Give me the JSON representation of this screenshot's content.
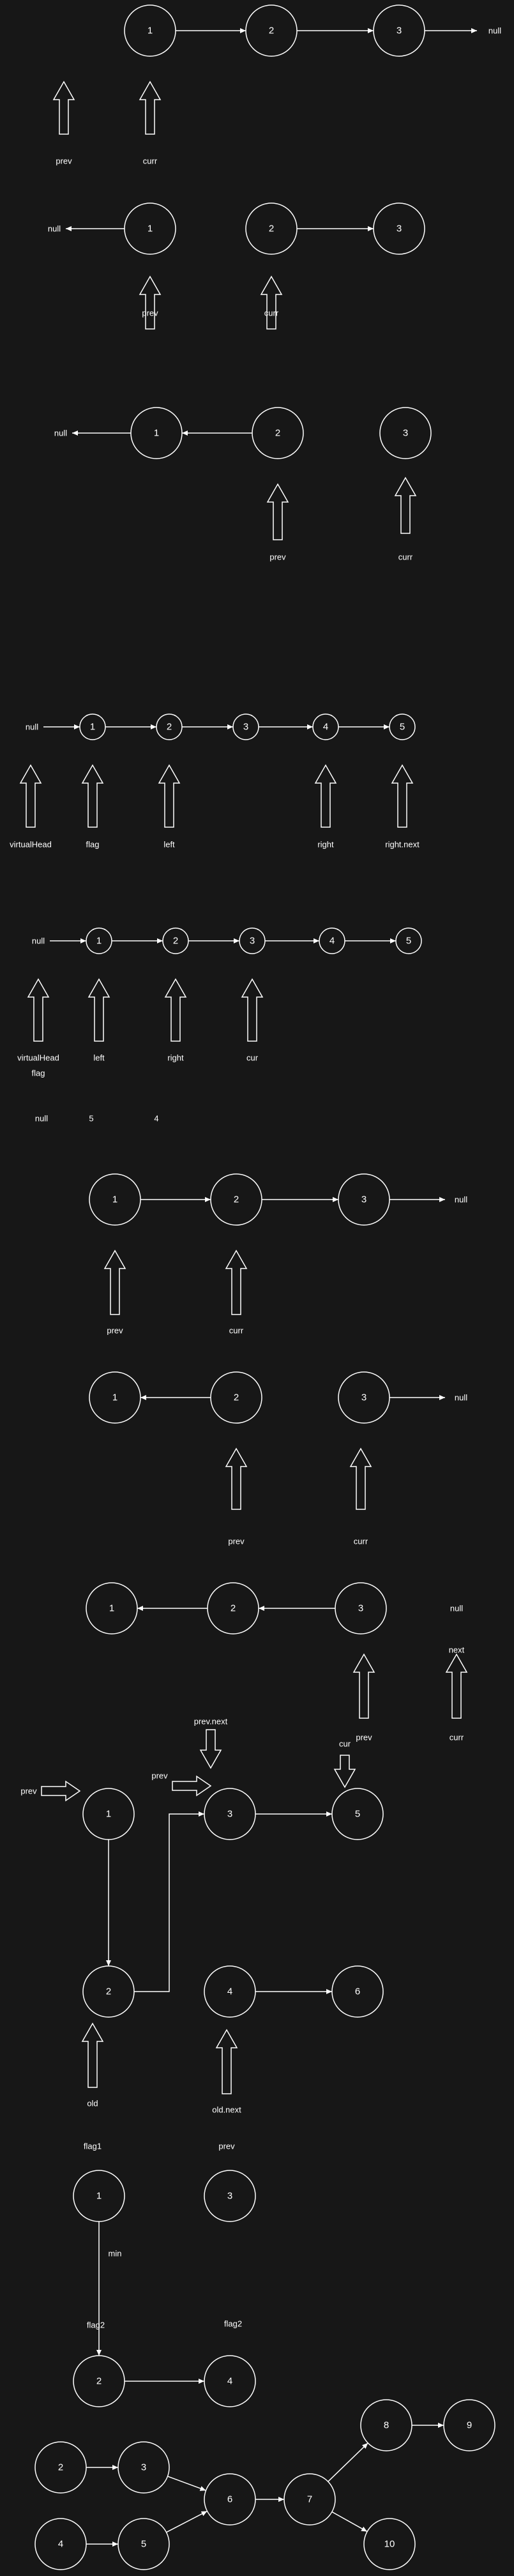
{
  "colors": {
    "background": "#171717",
    "stroke": "#ffffff",
    "text": "#ffffff"
  },
  "nodes": [
    {
      "id": "s1-n1",
      "label": "1"
    },
    {
      "id": "s1-n2",
      "label": "2"
    },
    {
      "id": "s1-n3",
      "label": "3"
    },
    {
      "id": "s2-n1",
      "label": "1"
    },
    {
      "id": "s2-n2",
      "label": "2"
    },
    {
      "id": "s2-n3",
      "label": "3"
    },
    {
      "id": "s3-n1",
      "label": "1"
    },
    {
      "id": "s3-n2",
      "label": "2"
    },
    {
      "id": "s3-n3",
      "label": "3"
    },
    {
      "id": "s4-n1",
      "label": "1"
    },
    {
      "id": "s4-n2",
      "label": "2"
    },
    {
      "id": "s4-n3",
      "label": "3"
    },
    {
      "id": "s4-n4",
      "label": "4"
    },
    {
      "id": "s4-n5",
      "label": "5"
    },
    {
      "id": "s5-n1",
      "label": "1"
    },
    {
      "id": "s5-n2",
      "label": "2"
    },
    {
      "id": "s5-n3",
      "label": "3"
    },
    {
      "id": "s5-n4",
      "label": "4"
    },
    {
      "id": "s5-n5",
      "label": "5"
    },
    {
      "id": "s6-n1",
      "label": "1"
    },
    {
      "id": "s6-n2",
      "label": "2"
    },
    {
      "id": "s6-n3",
      "label": "3"
    },
    {
      "id": "s7-n1",
      "label": "1"
    },
    {
      "id": "s7-n2",
      "label": "2"
    },
    {
      "id": "s7-n3",
      "label": "3"
    },
    {
      "id": "s8-n1",
      "label": "1"
    },
    {
      "id": "s8-n2",
      "label": "2"
    },
    {
      "id": "s8-n3",
      "label": "3"
    },
    {
      "id": "s9-n1",
      "label": "1"
    },
    {
      "id": "s9-n3",
      "label": "3"
    },
    {
      "id": "s9-n5",
      "label": "5"
    },
    {
      "id": "s9-n2",
      "label": "2"
    },
    {
      "id": "s9-n4",
      "label": "4"
    },
    {
      "id": "s9-n6",
      "label": "6"
    },
    {
      "id": "s10-n1",
      "label": "1"
    },
    {
      "id": "s10-n3",
      "label": "3"
    },
    {
      "id": "s10-n2",
      "label": "2"
    },
    {
      "id": "s10-n4",
      "label": "4"
    },
    {
      "id": "s11-n2",
      "label": "2"
    },
    {
      "id": "s11-n3",
      "label": "3"
    },
    {
      "id": "s11-n4",
      "label": "4"
    },
    {
      "id": "s11-n5",
      "label": "5"
    },
    {
      "id": "s11-n6",
      "label": "6"
    },
    {
      "id": "s11-n7",
      "label": "7"
    },
    {
      "id": "s11-n8",
      "label": "8"
    },
    {
      "id": "s11-n9",
      "label": "9"
    },
    {
      "id": "s11-n10",
      "label": "10"
    }
  ],
  "edges": [
    {
      "from": "s1-n1",
      "to": "s1-n2"
    },
    {
      "from": "s1-n2",
      "to": "s1-n3"
    },
    {
      "from": "s1-n3",
      "to": "s1-null"
    },
    {
      "from": "s2-n1",
      "to": "s2-null"
    },
    {
      "from": "s2-n2",
      "to": "s2-n3"
    },
    {
      "from": "s3-n1",
      "to": "s3-null"
    },
    {
      "from": "s3-n2",
      "to": "s3-n1"
    },
    {
      "from": "s4-null",
      "to": "s4-n1"
    },
    {
      "from": "s4-n1",
      "to": "s4-n2"
    },
    {
      "from": "s4-n2",
      "to": "s4-n3"
    },
    {
      "from": "s4-n3",
      "to": "s4-n4"
    },
    {
      "from": "s4-n4",
      "to": "s4-n5"
    },
    {
      "from": "s5-null",
      "to": "s5-n1"
    },
    {
      "from": "s5-n1",
      "to": "s5-n2"
    },
    {
      "from": "s5-n2",
      "to": "s5-n3"
    },
    {
      "from": "s5-n3",
      "to": "s5-n4"
    },
    {
      "from": "s5-n4",
      "to": "s5-n5"
    },
    {
      "from": "s6-n1",
      "to": "s6-n2"
    },
    {
      "from": "s6-n2",
      "to": "s6-n3"
    },
    {
      "from": "s6-n3",
      "to": "s6-null"
    },
    {
      "from": "s7-n2",
      "to": "s7-n1"
    },
    {
      "from": "s7-n3",
      "to": "s7-null"
    },
    {
      "from": "s8-n2",
      "to": "s8-n1"
    },
    {
      "from": "s8-n3",
      "to": "s8-n2"
    },
    {
      "from": "s9-n1",
      "to": "s9-n2"
    },
    {
      "from": "s9-n2",
      "to": "s9-n3"
    },
    {
      "from": "s9-n3",
      "to": "s9-n5"
    },
    {
      "from": "s9-n4",
      "to": "s9-n6"
    },
    {
      "from": "s10-n1",
      "to": "s10-n2"
    },
    {
      "from": "s10-n2",
      "to": "s10-n4"
    },
    {
      "from": "s11-n2",
      "to": "s11-n3"
    },
    {
      "from": "s11-n3",
      "to": "s11-n6"
    },
    {
      "from": "s11-n4",
      "to": "s11-n5"
    },
    {
      "from": "s11-n5",
      "to": "s11-n6"
    },
    {
      "from": "s11-n6",
      "to": "s11-n7"
    },
    {
      "from": "s11-n7",
      "to": "s11-n8"
    },
    {
      "from": "s11-n7",
      "to": "s11-n10"
    },
    {
      "from": "s11-n8",
      "to": "s11-n9"
    }
  ],
  "labels": {
    "s1": {
      "null": "null",
      "prev": "prev",
      "curr": "curr"
    },
    "s2": {
      "null": "null",
      "prev": "prev",
      "curr": "curr"
    },
    "s3": {
      "null": "null",
      "prev": "prev",
      "curr": "curr"
    },
    "s4": {
      "null": "null",
      "virtualHead": "virtualHead",
      "flag": "flag",
      "left": "left",
      "right": "right",
      "right_next": "right.next"
    },
    "s5": {
      "null": "null",
      "virtualHead": "virtualHead",
      "left": "left",
      "right": "right",
      "cur": "cur",
      "flag": "flag",
      "row_null": "null",
      "row_5": "5",
      "row_4": "4"
    },
    "s6": {
      "null": "null",
      "prev": "prev",
      "curr": "curr"
    },
    "s7": {
      "null": "null",
      "prev": "prev",
      "curr": "curr"
    },
    "s8": {
      "null": "null",
      "next_top": "next",
      "prev": "prev",
      "curr": "curr"
    },
    "s9": {
      "prev_next": "prev.next",
      "prev_a": "prev",
      "prev_b": "prev",
      "cur": "cur",
      "old": "old",
      "old_next": "old.next"
    },
    "s10": {
      "flag1": "flag1",
      "prev": "prev",
      "min": "min",
      "flag2_a": "flag2",
      "flag2_b": "flag2"
    }
  }
}
